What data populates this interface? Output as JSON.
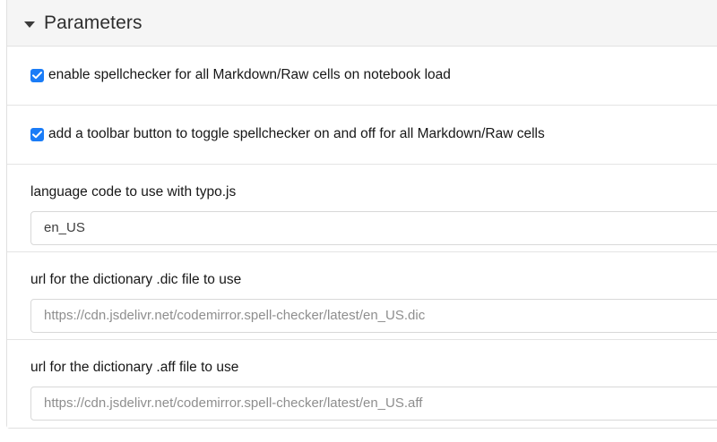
{
  "panel": {
    "title": "Parameters",
    "caret_icon": "caret-down-icon",
    "expanded": true,
    "header_bg": "#f5f5f5",
    "border_color": "#e0e0e0"
  },
  "checkbox_color": "#1a7cf7",
  "options": [
    {
      "id": "enable-on-load",
      "type": "checkbox",
      "checked": true,
      "label": "enable spellchecker for all Markdown/Raw cells on notebook load"
    },
    {
      "id": "toolbar-button",
      "type": "checkbox",
      "checked": true,
      "label": "add a toolbar button to toggle spellchecker on and off for all Markdown/Raw cells"
    },
    {
      "id": "language-code",
      "type": "text",
      "label": "language code to use with typo.js",
      "value": "en_US",
      "placeholder": ""
    },
    {
      "id": "dic-url",
      "type": "text",
      "label": "url for the dictionary .dic file to use",
      "value": "",
      "placeholder": "https://cdn.jsdelivr.net/codemirror.spell-checker/latest/en_US.dic"
    },
    {
      "id": "aff-url",
      "type": "text",
      "label": "url for the dictionary .aff file to use",
      "value": "",
      "placeholder": "https://cdn.jsdelivr.net/codemirror.spell-checker/latest/en_US.aff"
    }
  ]
}
